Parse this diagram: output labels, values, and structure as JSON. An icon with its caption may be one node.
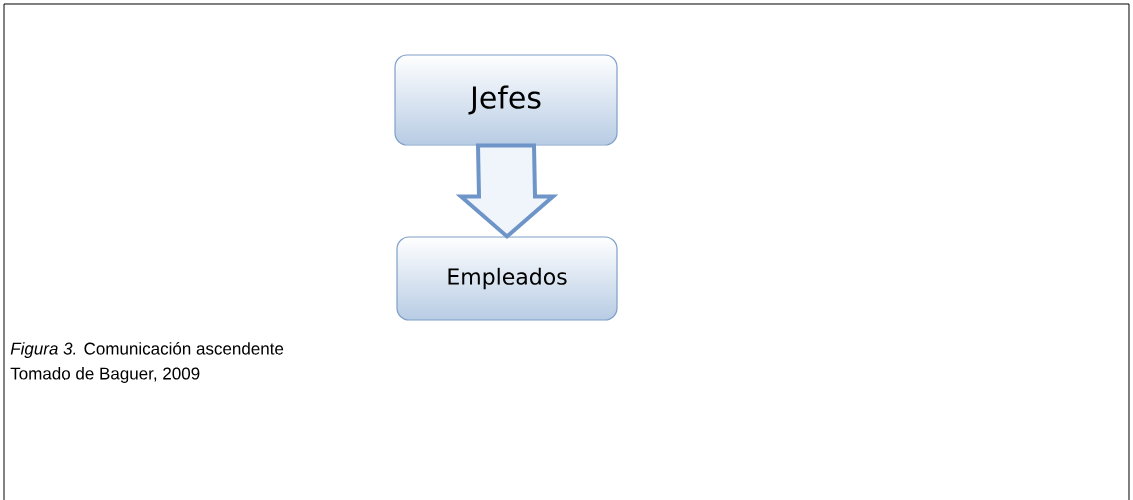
{
  "diagram": {
    "caption": "*Figura 3.* Comunicación ascendente",
    "nodes": [
      {
        "text": [
          "Jefes"
        ]
      },
      {
        "text": [
          "Empleados"
        ]
      }
    ],
    "edges": [
      {
        "from": 0,
        "to": 1,
        "arrow": "to",
        "style": "thick"
      }
    ],
    "labels": [
      "Tomado de Baguer, 2009"
    ]
  }
}
